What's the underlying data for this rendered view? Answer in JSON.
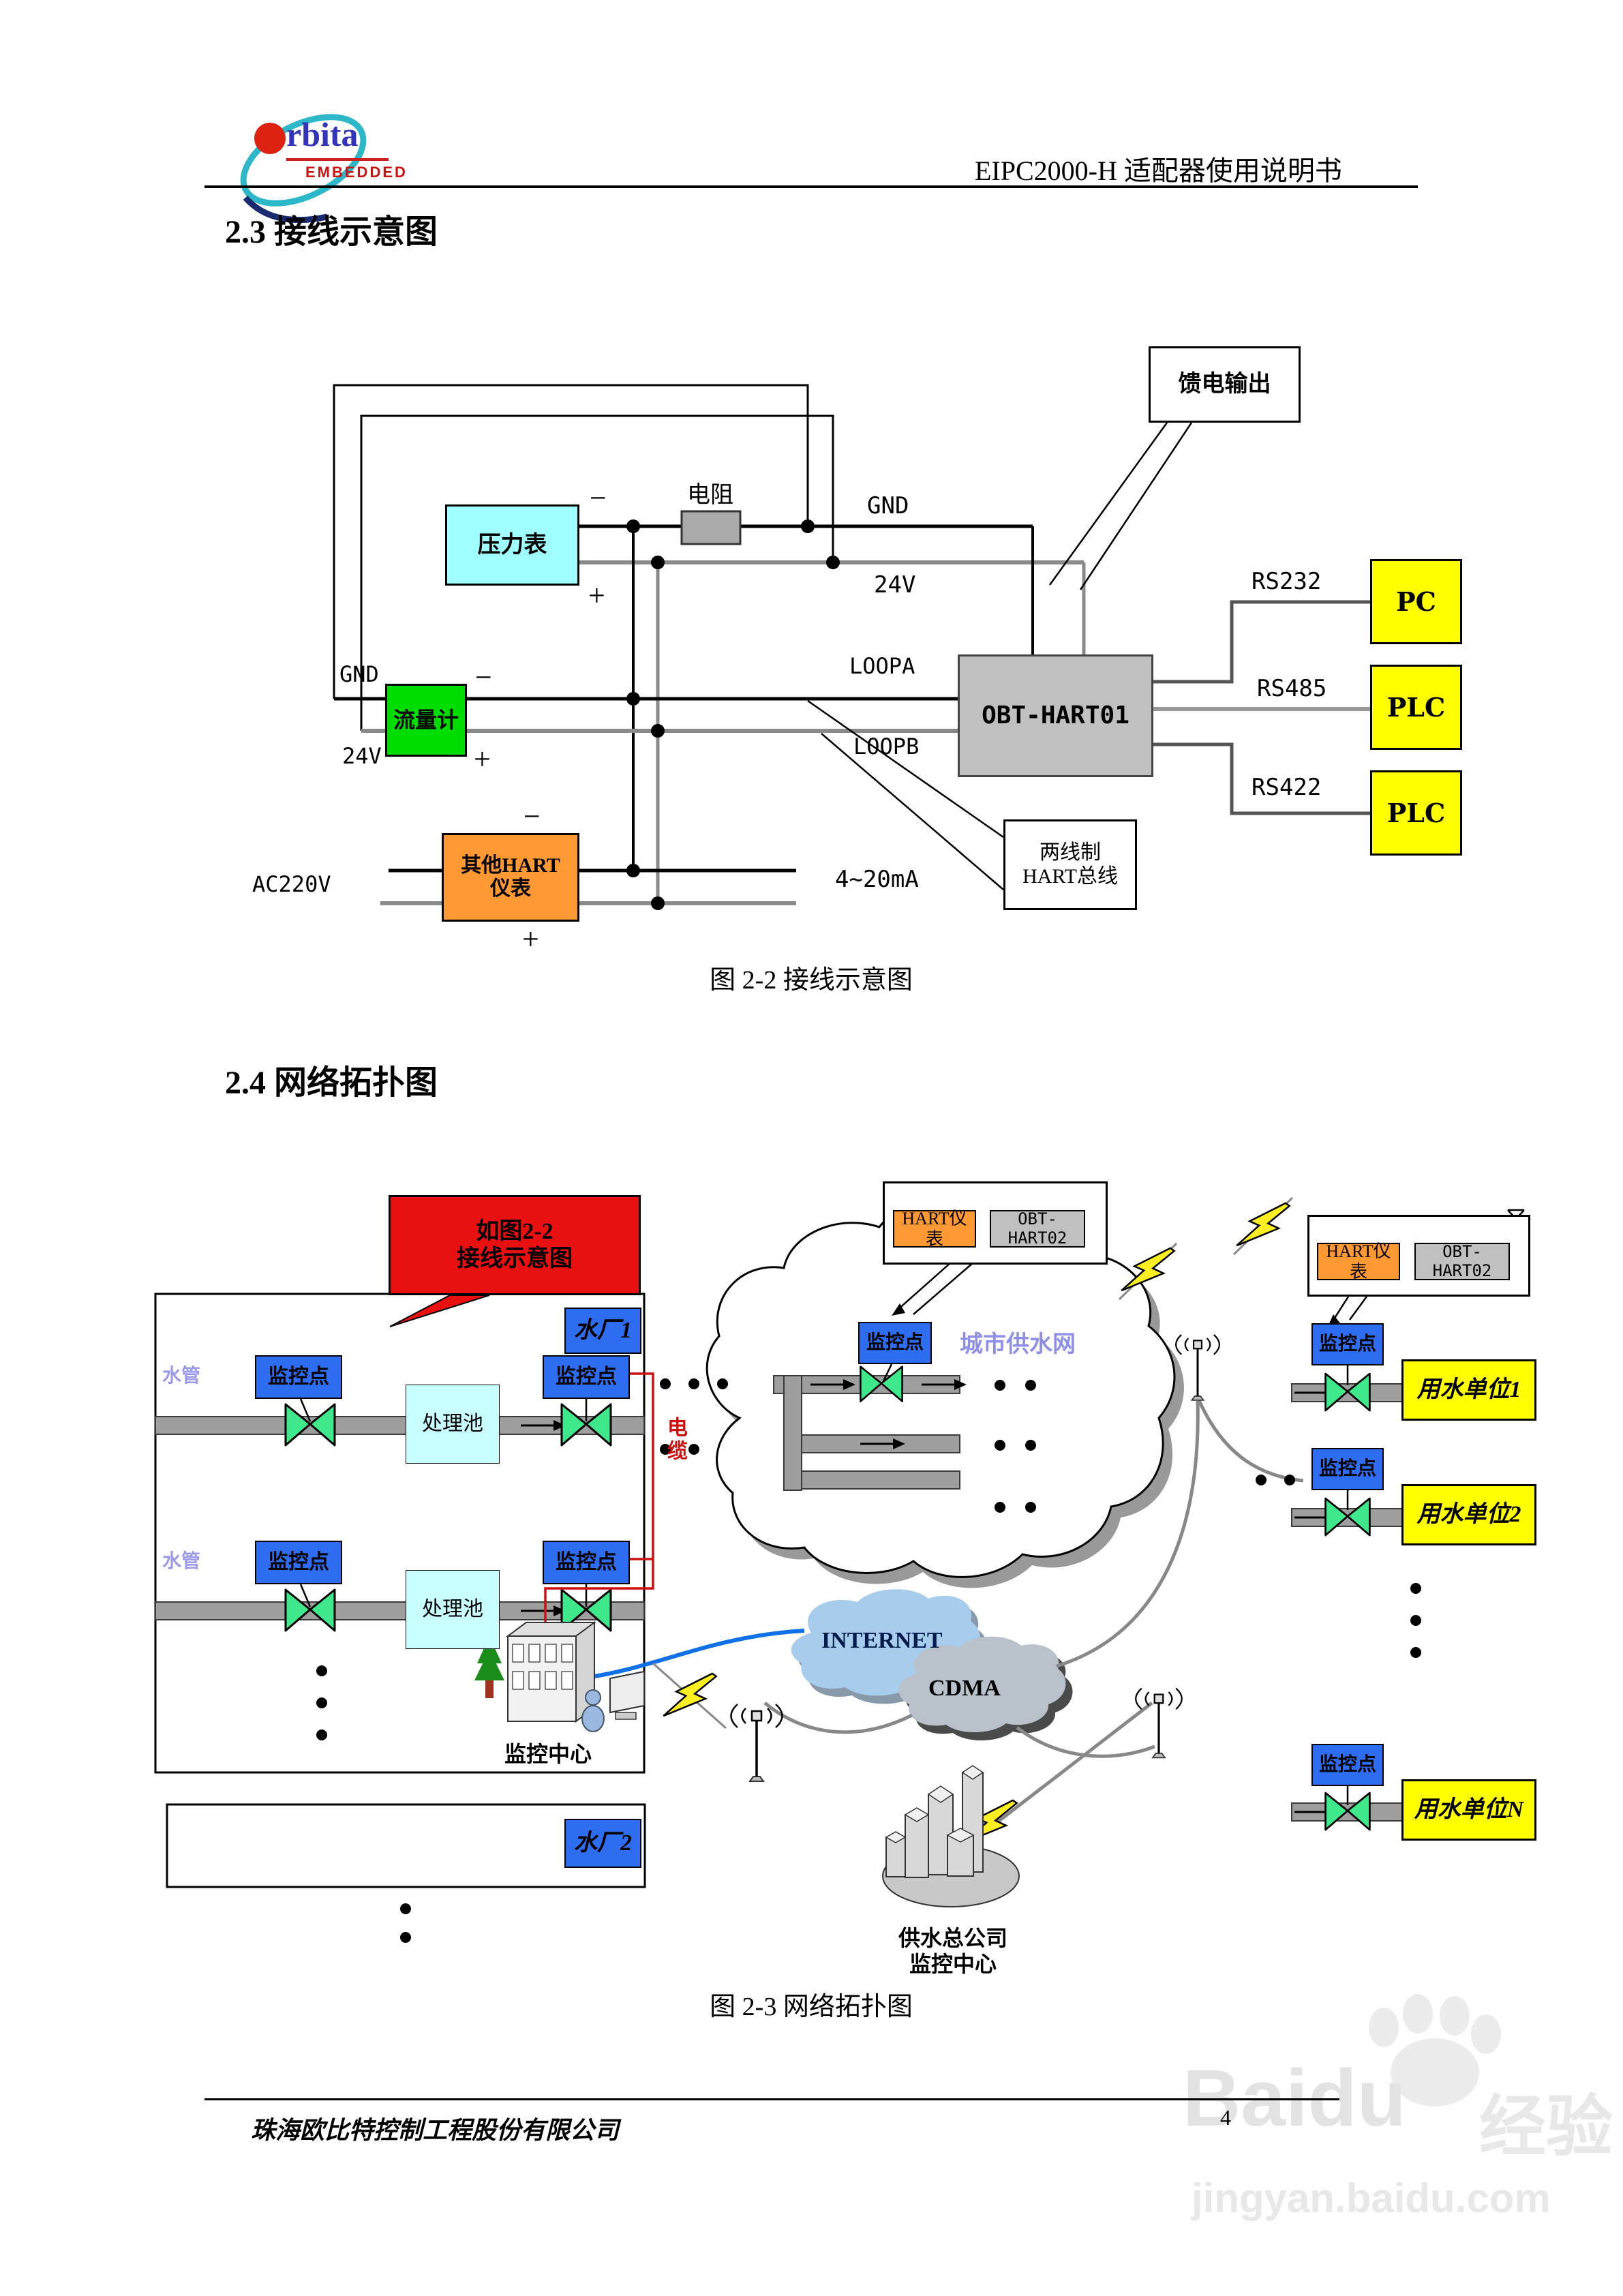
{
  "header": {
    "logo_text": "rbita",
    "logo_sub": "EMBEDDED",
    "doc_title": "EIPC2000-H 适配器使用说明书"
  },
  "sections": {
    "s23": "2.3 接线示意图",
    "s24": "2.4 网络拓扑图"
  },
  "fig22": {
    "caption": "图 2-2 接线示意图",
    "feed_output": "馈电输出",
    "resistor": "电阻",
    "gnd_top": "GND",
    "v24_top": "24V",
    "pressure_gauge": "压力表",
    "minus": "−",
    "plus": "+",
    "gnd_left": "GND",
    "v24_left": "24V",
    "flow_meter": "流量计",
    "loopa": "LOOPA",
    "loopb": "LOOPB",
    "obt": "OBT-HART01",
    "rs232": "RS232",
    "rs485": "RS485",
    "rs422": "RS422",
    "pc": "PC",
    "plc1": "PLC",
    "plc2": "PLC",
    "other_hart_line1": "其他HART",
    "other_hart_line2": "仪表",
    "ac220v": "AC220V",
    "ma420": "4~20mA",
    "two_wire_line1": "两线制",
    "two_wire_line2": "HART总线"
  },
  "fig23": {
    "caption": "图 2-3 网络拓扑图",
    "ref_line1": "如图2-2",
    "ref_line2": "接线示意图",
    "hart_meter": "HART仪表",
    "obt2": "OBT-HART02",
    "monitor_point": "监控点",
    "water_pipe": "水管",
    "treatment_pool": "处理池",
    "plant1": "水厂1",
    "plant2": "水厂2",
    "cable": "电缆",
    "city_network": "城市供水网",
    "internet": "INTERNET",
    "cdma": "CDMA",
    "monitor_center": "监控中心",
    "hq_line1": "供水总公司",
    "hq_line2": "监控中心",
    "user1": "用水单位1",
    "user2": "用水单位2",
    "userN": "用水单位N"
  },
  "footer": {
    "company": "珠海欧比特控制工程股份有限公司",
    "page": "4"
  },
  "watermark": {
    "brand": "Baidu",
    "brand_cn": "经验",
    "site": "jingyan.baidu.com"
  },
  "colors": {
    "pressure_cyan": "#a0ffff",
    "flow_green": "#00dd00",
    "hart_orange": "#ff9933",
    "device_gray": "#c0c0c0",
    "pc_yellow": "#ffff00",
    "monitor_blue": "#2e6cf0",
    "callout_red": "#e81010",
    "valve_green": "#3fe98b",
    "cable_red": "#cc1111",
    "internet_blue": "#1070e8"
  }
}
